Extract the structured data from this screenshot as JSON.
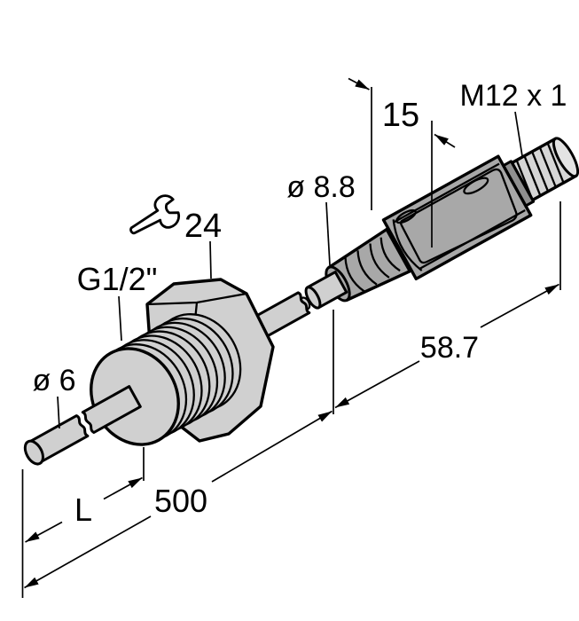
{
  "drawing": {
    "labels": {
      "probe_tip_diameter": "ø 6",
      "process_thread": "G1/2\"",
      "wrench_size": "24",
      "sleeve_diameter": "ø 8.8",
      "connector_thread": "M12 x 1",
      "dim_connector_flat": "15",
      "dim_connector_length": "58.7",
      "dim_probe_500": "500",
      "dim_probe_L": "L"
    },
    "colors": {
      "body_light": "#d0d0d0",
      "body_dark": "#a8a8a8",
      "thread_light": "#d6d6d6",
      "thread_cap": "#e3e3e3",
      "groove": "#8f8f8f",
      "line": "#000000",
      "background": "#ffffff"
    }
  }
}
